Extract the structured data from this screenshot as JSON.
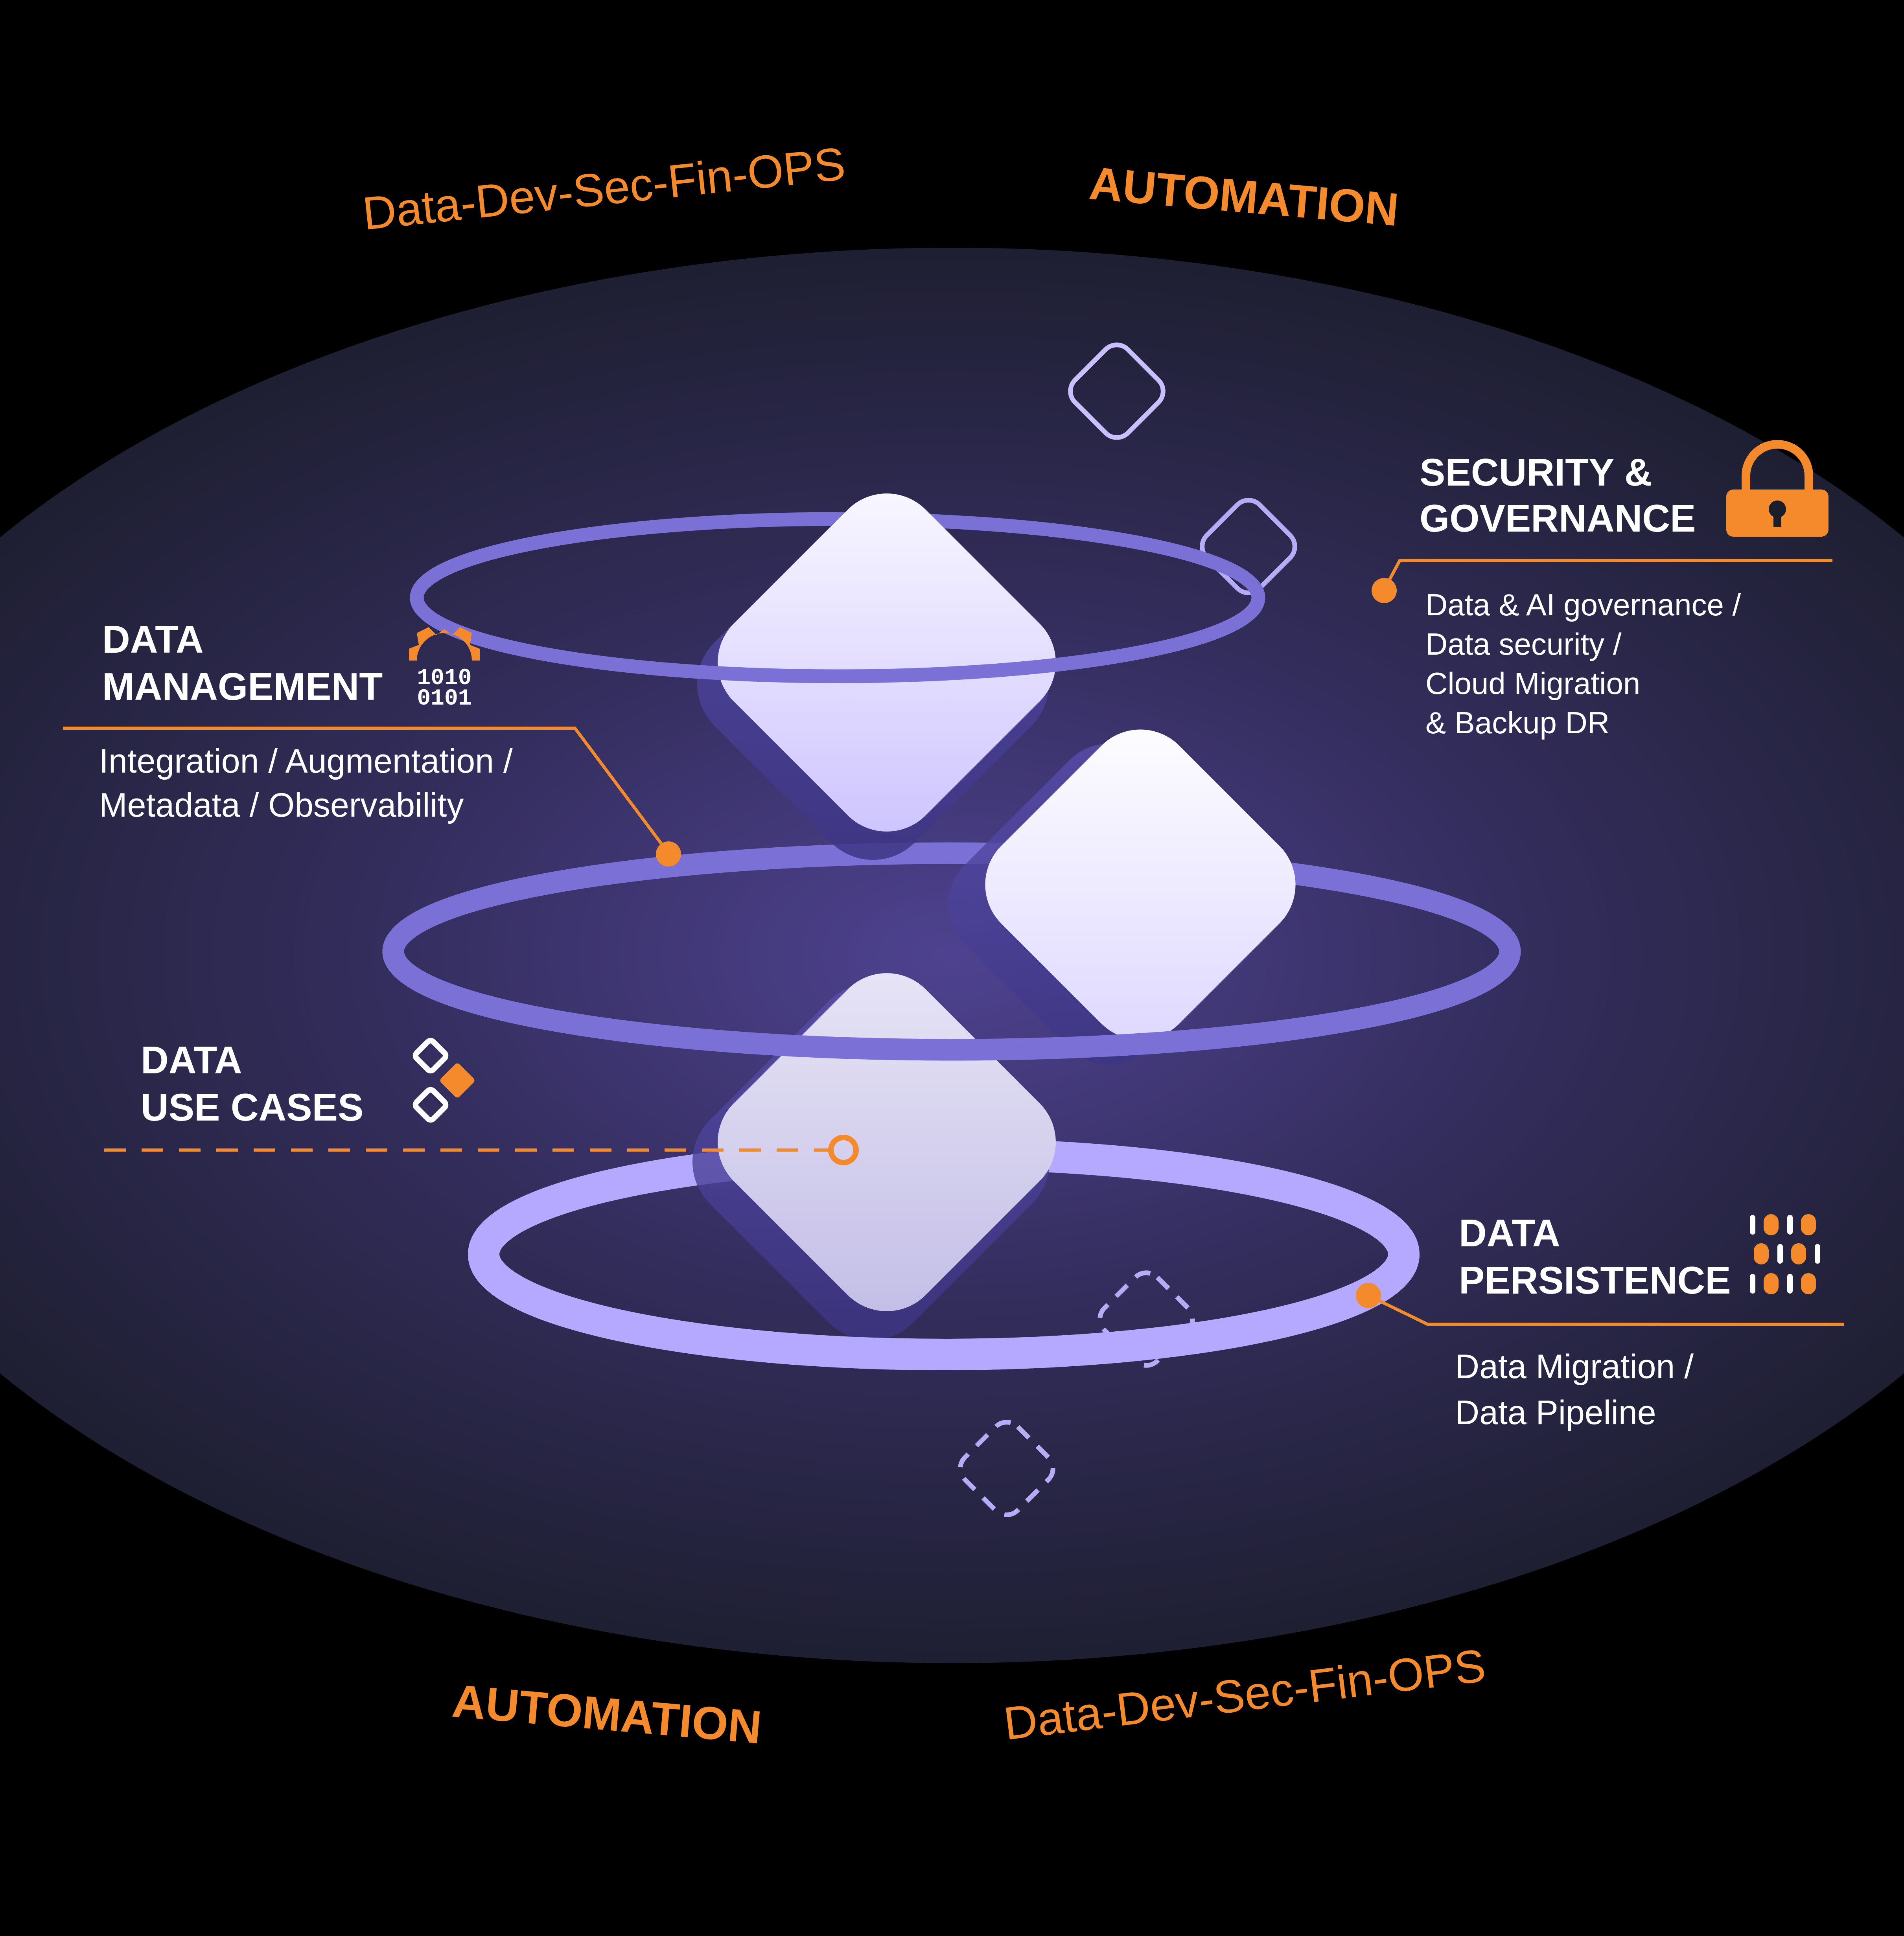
{
  "colors": {
    "background": "#000000",
    "oval_center": "#4a3f80",
    "oval_edge": "#1b1d2b",
    "accent_orange": "#f58a2c",
    "ring_purple": "#7a70d6",
    "ring_light": "#b5a9ff",
    "tile_light": "#f4f2ff",
    "tile_shade": "#cfc6ff",
    "text_white": "#ffffff"
  },
  "banner": {
    "top_left": "Data-Dev-Sec-Fin-OPS",
    "top_right": "AUTOMATION",
    "bottom_left": "AUTOMATION",
    "bottom_right": "Data-Dev-Sec-Fin-OPS"
  },
  "sections": {
    "security": {
      "title_line1": "SECURITY &",
      "title_line2": "GOVERNANCE",
      "icon": "padlock-icon",
      "desc": [
        "Data & AI governance /",
        "Data security /",
        "Cloud Migration",
        "& Backup DR"
      ]
    },
    "management": {
      "title_line1": "DATA",
      "title_line2": "MANAGEMENT",
      "icon": "gear-binary-icon",
      "desc": [
        "Integration / Augmentation /",
        "Metadata / Observability"
      ]
    },
    "use_cases": {
      "title_line1": "DATA",
      "title_line2": "USE CASES",
      "icon": "stacked-diamonds-icon"
    },
    "persistence": {
      "title_line1": "DATA",
      "title_line2": "PERSISTENCE",
      "icon": "binary-grid-icon",
      "desc": [
        "Data Migration /",
        "Data Pipeline"
      ]
    }
  }
}
